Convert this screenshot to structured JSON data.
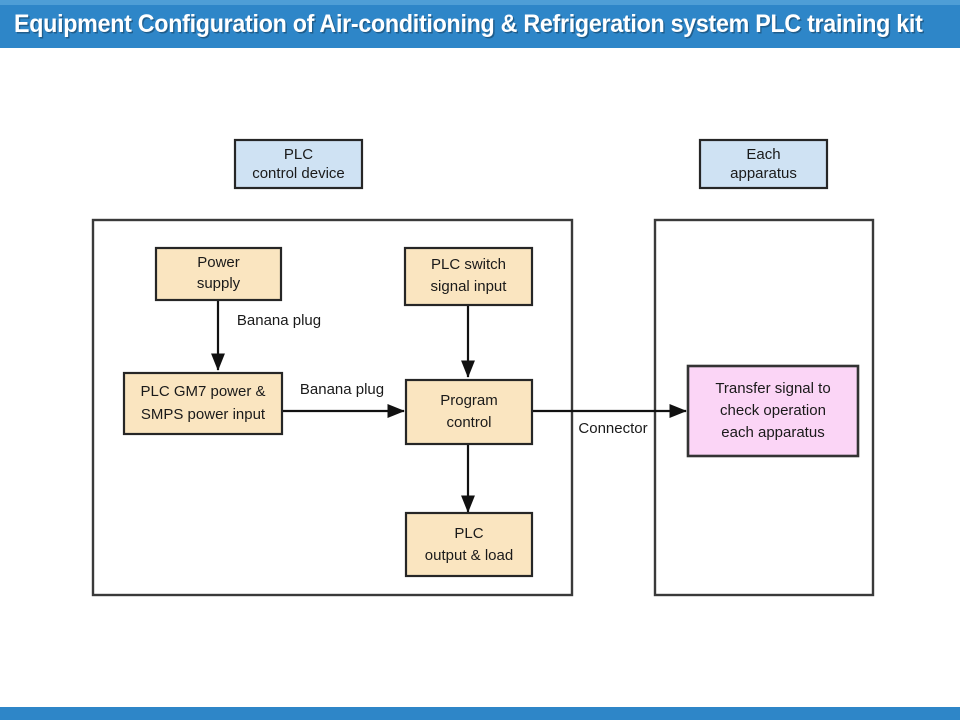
{
  "slide": {
    "title": "Equipment Configuration of Air-conditioning & Refrigeration system PLC training kit",
    "colors": {
      "title_bar": "#2E86C8",
      "title_bar_highlight": "#4E9ED6",
      "bottom_bar": "#2E86C8",
      "header_box_fill": "#CFE2F3",
      "process_box_fill": "#FAE5C0",
      "output_box_fill": "#FBD5F6",
      "box_border": "#262626",
      "container_border": "#3A3A3A",
      "line": "#111111",
      "text": "#1a1a1a"
    }
  },
  "diagram": {
    "type": "block-flow-diagram",
    "headers": [
      {
        "id": "plc-control-device",
        "lines": [
          "PLC",
          "control device"
        ]
      },
      {
        "id": "each-apparatus",
        "lines": [
          "Each",
          "apparatus"
        ]
      }
    ],
    "containers": [
      {
        "id": "plc-control-device-group",
        "label": "PLC control device group"
      },
      {
        "id": "each-apparatus-group",
        "label": "Each apparatus group"
      }
    ],
    "nodes": [
      {
        "id": "power-supply",
        "lines": [
          "Power",
          "supply"
        ],
        "fill": "process"
      },
      {
        "id": "plc-switch-signal-input",
        "lines": [
          "PLC switch",
          "signal input"
        ],
        "fill": "process"
      },
      {
        "id": "plc-gm7-power-smps-power-input",
        "lines": [
          "PLC GM7 power &",
          "SMPS power input"
        ],
        "fill": "process"
      },
      {
        "id": "program-control",
        "lines": [
          "Program",
          "control"
        ],
        "fill": "process"
      },
      {
        "id": "plc-output-load",
        "lines": [
          "PLC",
          "output & load"
        ],
        "fill": "process"
      },
      {
        "id": "transfer-signal-to-check-operation",
        "lines": [
          "Transfer signal to",
          "check operation",
          "each apparatus"
        ],
        "fill": "output"
      }
    ],
    "edges": [
      {
        "id": "power-supply-to-gm7",
        "from": "power-supply",
        "to": "plc-gm7-power-smps-power-input",
        "label": "Banana plug"
      },
      {
        "id": "gm7-to-program-control",
        "from": "plc-gm7-power-smps-power-input",
        "to": "program-control",
        "label": "Banana plug"
      },
      {
        "id": "switch-input-to-program-control",
        "from": "plc-switch-signal-input",
        "to": "program-control",
        "label": ""
      },
      {
        "id": "program-control-to-output-load",
        "from": "program-control",
        "to": "plc-output-load",
        "label": ""
      },
      {
        "id": "program-control-to-transfer-signal",
        "from": "program-control",
        "to": "transfer-signal-to-check-operation",
        "label": "Connector"
      }
    ]
  }
}
